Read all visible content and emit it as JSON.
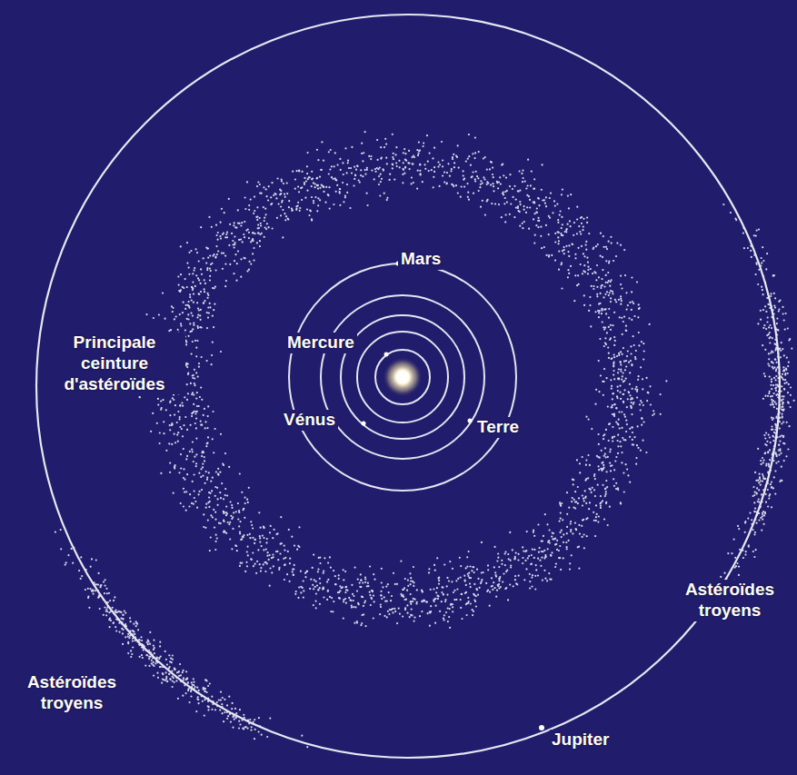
{
  "diagram": {
    "labels": [
      "Mars",
      "Principale ceinture d'astéroïdes",
      "Mercure",
      "Vénus",
      "Terre",
      "Astéroïdes troyens",
      "Astéroïdes troyens",
      "Jupiter"
    ]
  }
}
